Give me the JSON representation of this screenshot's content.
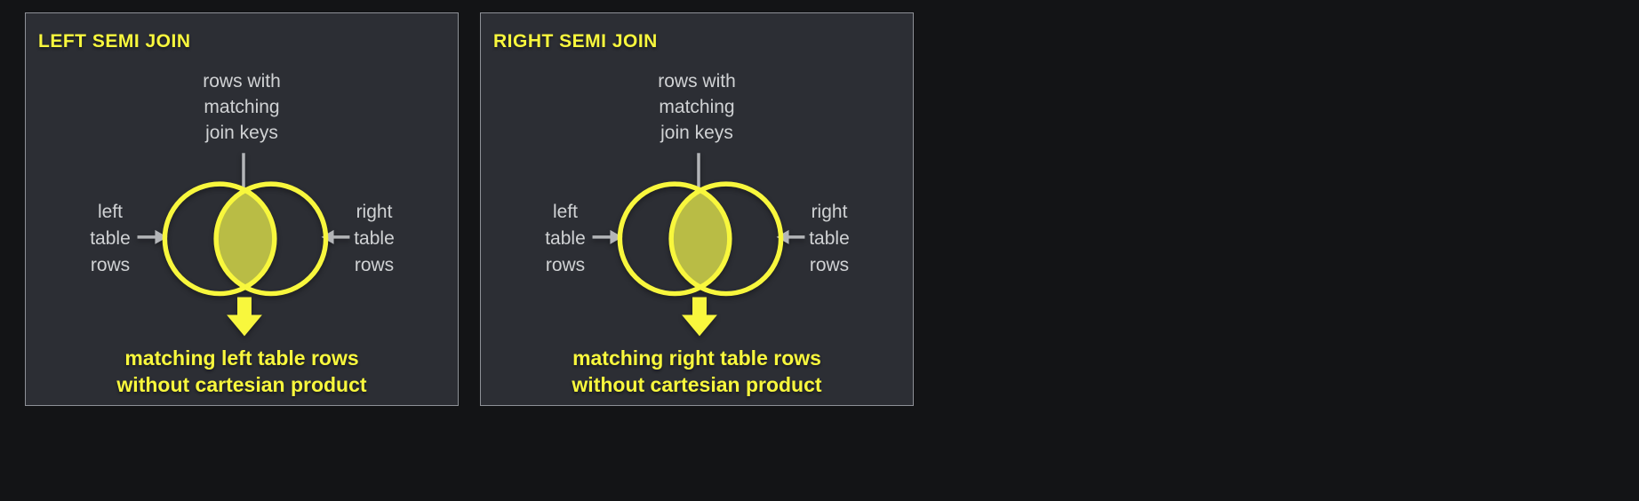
{
  "colors": {
    "page_background": "#131416",
    "panel_background": "#2c2e34",
    "panel_border": "#8e9197",
    "accent_yellow": "#f8f73d",
    "label_gray": "#d0d2d4",
    "intersection_fill": "#b9bc45",
    "arrow_gray": "#b3b5b8"
  },
  "panels": [
    {
      "id": "left-semi-join",
      "title": "LEFT SEMI JOIN",
      "top_label": "rows with\nmatching\njoin keys",
      "left_label": "left\ntable\nrows",
      "right_label": "right\ntable\nrows",
      "result_line1": "matching left table rows",
      "result_line2": "without cartesian product"
    },
    {
      "id": "right-semi-join",
      "title": "RIGHT SEMI JOIN",
      "top_label": "rows with\nmatching\njoin keys",
      "left_label": "left\ntable\nrows",
      "right_label": "right\ntable\nrows",
      "result_line1": "matching right table rows",
      "result_line2": "without cartesian product"
    }
  ]
}
